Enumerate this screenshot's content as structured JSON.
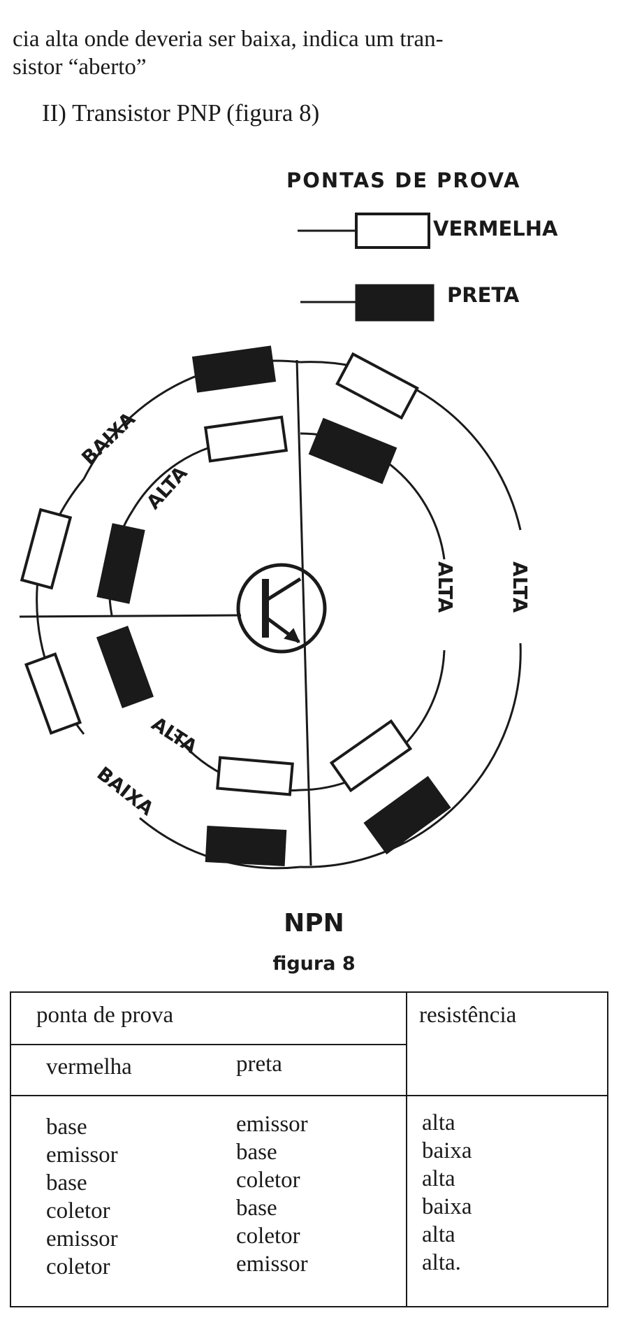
{
  "intro": {
    "line1": "cia alta onde deveria ser baixa, indica um tran-",
    "line2": "sistor “aberto”"
  },
  "section_heading": "II) Transistor PNP (figura 8)",
  "figure": {
    "legend": {
      "title": "PONTAS DE PROVA",
      "red_probe": "VERMELHA",
      "black_probe": "PRETA"
    },
    "labels": {
      "outer_upper_left": "BAIXA",
      "inner_upper_left": "ALTA",
      "inner_right": "ALTA",
      "outer_right": "ALTA",
      "inner_lower_left": "ALTA",
      "outer_lower_left": "BAIXA"
    },
    "caption_type": "NPN",
    "caption_number": "figura 8"
  },
  "table": {
    "header_group": "ponta de prova",
    "header_result": "resistência",
    "col_red": "vermelha",
    "col_black": "preta",
    "rows": [
      {
        "red": "base",
        "black": "emissor",
        "result": "alta"
      },
      {
        "red": "emissor",
        "black": "base",
        "result": "baixa"
      },
      {
        "red": "base",
        "black": "coletor",
        "result": "alta"
      },
      {
        "red": "coletor",
        "black": "base",
        "result": "baixa"
      },
      {
        "red": "emissor",
        "black": "coletor",
        "result": "alta"
      },
      {
        "red": "coletor",
        "black": "emissor",
        "result": "alta."
      }
    ]
  },
  "colors": {
    "ink": "#1a1a1a",
    "paper": "#ffffff"
  }
}
